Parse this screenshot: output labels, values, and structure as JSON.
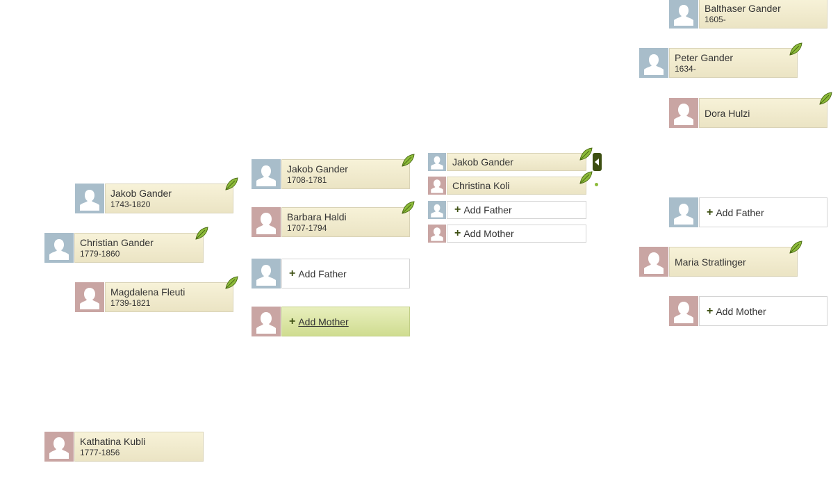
{
  "persons": {
    "kathatina": {
      "name": "Kathatina Kubli",
      "dates": "1777-1856"
    },
    "christian": {
      "name": "Christian Gander",
      "dates": "1779-1860"
    },
    "jakob1743": {
      "name": "Jakob Gander",
      "dates": "1743-1820"
    },
    "magdalena": {
      "name": "Magdalena Fleuti",
      "dates": "1739-1821"
    },
    "jakob1708": {
      "name": "Jakob Gander",
      "dates": "1708-1781"
    },
    "barbara": {
      "name": "Barbara Haldi",
      "dates": "1707-1794"
    },
    "jakob_small": {
      "name": "Jakob Gander"
    },
    "christina": {
      "name": "Christina Koli"
    },
    "balthaser": {
      "name": "Balthaser Gander",
      "dates": "1605-"
    },
    "peter": {
      "name": "Peter Gander",
      "dates": "1634-"
    },
    "dora": {
      "name": "Dora Hulzi"
    },
    "maria": {
      "name": "Maria Stratlinger"
    }
  },
  "actions": {
    "add_father": "Add Father",
    "add_mother": "Add Mother"
  },
  "colors": {
    "male_avatar": "#a8bdca",
    "female_avatar": "#c9a5a3",
    "card_bg": "#f1ebcf",
    "hover_bg": "#dbe6a4",
    "accent": "#3d4f12",
    "leaf_green": "#8dbb3b"
  },
  "icons": {
    "leaf": "leaf-hint-icon",
    "plus": "plus-icon",
    "expand": "collapse-arrow-icon",
    "avatar": "person-silhouette-icon"
  }
}
